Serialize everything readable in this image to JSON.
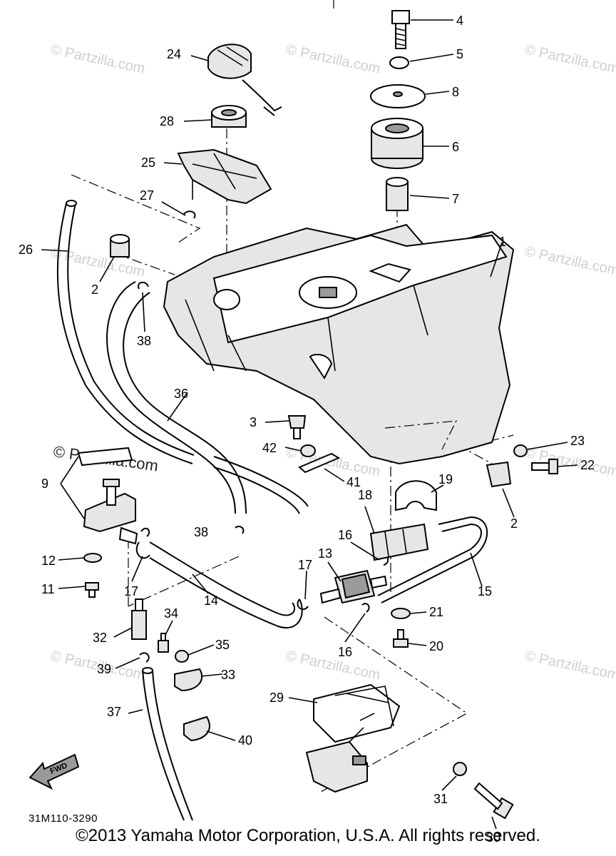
{
  "diagram": {
    "drawing_code": "31M110-3290",
    "fwd_label": "FWD",
    "copyright": "©2013 Yamaha Motor Corporation, U.S.A. All rights reserved.",
    "watermarks": {
      "faint": "© Partzilla.com",
      "strong": "© Partzilla.com"
    },
    "callouts": {
      "c1": "1",
      "c2a": "2",
      "c2b": "2",
      "c3": "3",
      "c4": "4",
      "c5": "5",
      "c6": "6",
      "c7": "7",
      "c8": "8",
      "c9": "9",
      "c11": "11",
      "c12": "12",
      "c13": "13",
      "c14": "14",
      "c15": "15",
      "c16a": "16",
      "c16b": "16",
      "c17a": "17",
      "c17b": "17",
      "c18": "18",
      "c19": "19",
      "c20": "20",
      "c21": "21",
      "c22": "22",
      "c23": "23",
      "c24": "24",
      "c25": "25",
      "c26": "26",
      "c27": "27",
      "c28": "28",
      "c29": "29",
      "c30": "30",
      "c31": "31",
      "c32": "32",
      "c33": "33",
      "c34": "34",
      "c35": "35",
      "c36": "36",
      "c37": "37",
      "c38a": "38",
      "c38b": "38",
      "c39": "39",
      "c40": "40",
      "c41": "41",
      "c42": "42"
    }
  }
}
